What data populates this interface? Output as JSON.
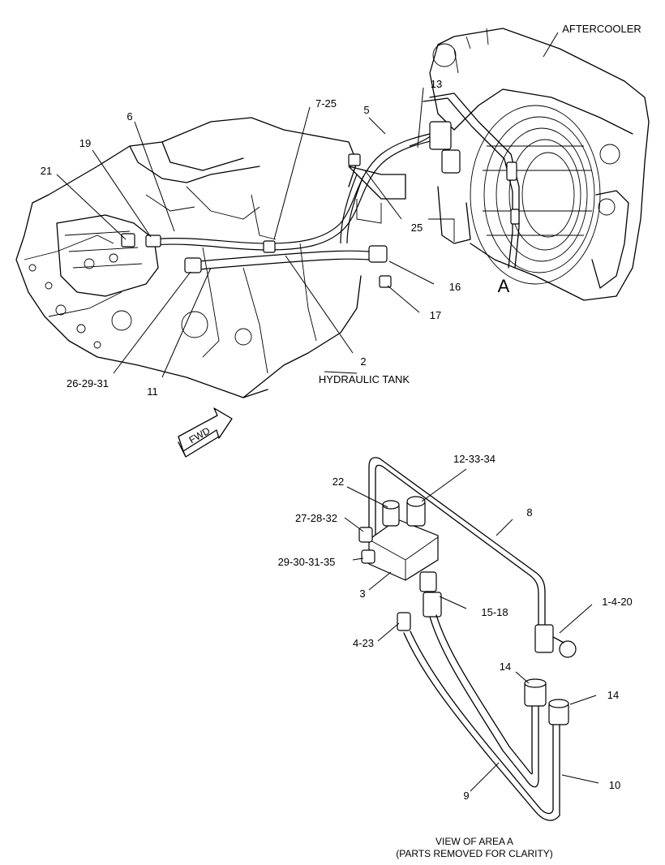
{
  "labels": {
    "aftercooler": "AFTERCOOLER",
    "hydraulic_tank": "HYDRAULIC TANK",
    "fwd": "FWD",
    "area_a": "A",
    "caption_line1": "VIEW OF AREA A",
    "caption_line2": "(PARTS REMOVED FOR CLARITY)"
  },
  "callouts_top": {
    "c13": "13",
    "c7_25": "7-25",
    "c5": "5",
    "c6": "6",
    "c19": "19",
    "c21": "21",
    "c25": "25",
    "c16": "16",
    "c17": "17",
    "c2": "2",
    "c26_29_31": "26-29-31",
    "c11": "11"
  },
  "callouts_detail": {
    "c12_33_34": "12-33-34",
    "c22": "22",
    "c27_28_32": "27-28-32",
    "c29_30_31_35": "29-30-31-35",
    "c8": "8",
    "c3": "3",
    "c15_18": "15-18",
    "c1_4_20": "1-4-20",
    "c4_23": "4-23",
    "c14a": "14",
    "c14b": "14",
    "c9": "9",
    "c10": "10"
  }
}
